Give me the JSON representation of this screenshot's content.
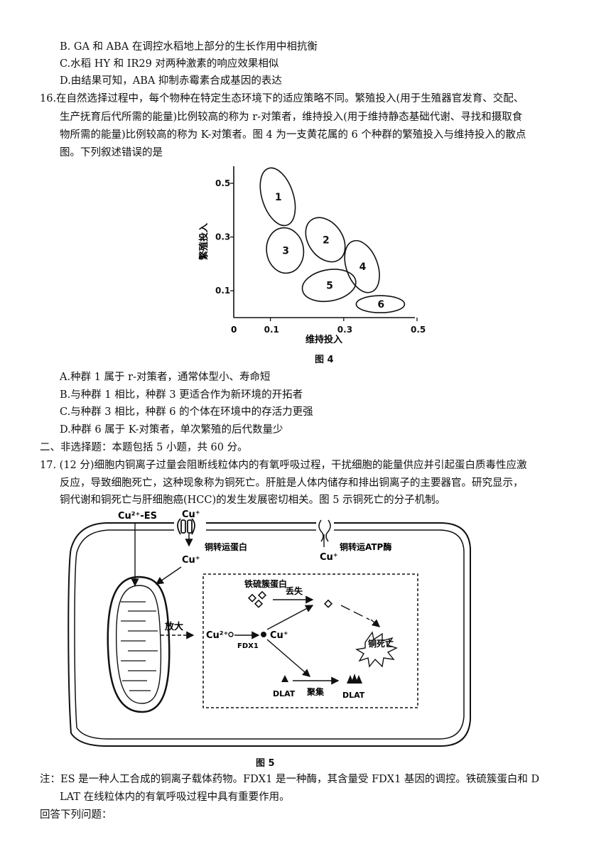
{
  "lines_top": [
    "B. GA 和 ABA 在调控水稻地上部分的生长作用中相抗衡",
    "C.水稻 HY 和 IR29 对两种激素的响应效果相似",
    "D.由结果可知，ABA 抑制赤霉素合成基因的表达"
  ],
  "q16": {
    "lines": [
      "16.在自然选择过程中，每个物种在特定生态环境下的适应策略不同。繁殖投入(用于生殖器官发育、交配、",
      "生产抚育后代所需的能量)比例较高的称为 r-对策者，维持投入(用于维持静态基础代谢、寻找和摄取食",
      "物所需的能量)比例较高的称为 K-对策者。图 4 为一支黄花属的 6 个种群的繁殖投入与维持投入的散点",
      "图。下列叙述错误的是"
    ],
    "options": [
      "A.种群 1 属于 r-对策者，通常体型小、寿命短",
      "B.与种群 1 相比，种群 3 更适合作为新环境的开拓者",
      "C.与种群 3 相比，种群 6 的个体在环境中的存活力更强",
      "D.种群 6 属于 K-对策者，单次繁殖的后代数量少"
    ]
  },
  "fig4": {
    "caption": "图 4",
    "ylabel": "繁殖投入",
    "xlabel": "维持投入",
    "origin": "0",
    "y_ticks": [
      "0.5",
      "0.3",
      "0.1"
    ],
    "x_ticks": [
      "0.1",
      "0.3",
      "0.5"
    ],
    "populations": [
      "1",
      "2",
      "3",
      "4",
      "5",
      "6"
    ]
  },
  "chart_data": {
    "type": "scatter",
    "xlabel": "维持投入",
    "ylabel": "繁殖投入",
    "xlim": [
      0,
      0.5
    ],
    "ylim": [
      0,
      0.55
    ],
    "series": [
      {
        "name": "1",
        "x": 0.12,
        "y": 0.45
      },
      {
        "name": "2",
        "x": 0.25,
        "y": 0.29
      },
      {
        "name": "3",
        "x": 0.14,
        "y": 0.25
      },
      {
        "name": "4",
        "x": 0.35,
        "y": 0.19
      },
      {
        "name": "5",
        "x": 0.26,
        "y": 0.12
      },
      {
        "name": "6",
        "x": 0.4,
        "y": 0.05
      }
    ]
  },
  "section2": "二、非选择题：本题包括 5 小题，共 60 分。",
  "q17": {
    "lines": [
      "17. (12 分)细胞内铜离子过量会阻断线粒体内的有氧呼吸过程，干扰细胞的能量供应并引起蛋白质毒性应激",
      "反应，导致细胞死亡，这种现象称为铜死亡。肝脏是人体内储存和排出铜离子的主要器官。研究显示，",
      "铜代谢和铜死亡与肝细胞癌(HCC)的发生发展密切相关。图 5 示铜死亡的分子机制。"
    ]
  },
  "fig5": {
    "caption": "图 5",
    "cu_es": "Cu²⁺-ES",
    "cu_plus": "Cu⁺",
    "transporter": "铜转运蛋白",
    "atpase": "铜转运ATP酶",
    "zoom": "放大",
    "fes_protein": "铁硫簇蛋白",
    "loss": "丢失",
    "cu2": "Cu²⁺",
    "fdx1": "FDX1",
    "cuproptosis": "铜死亡",
    "dlat": "DLAT",
    "aggregate": "聚集"
  },
  "note": [
    "注：ES 是一种人工合成的铜离子载体药物。FDX1 是一种酶，其含量受 FDX1 基因的调控。铁硫簇蛋白和 D",
    "LAT 在线粒体内的有氧呼吸过程中具有重要作用。"
  ],
  "answer_prompt": "回答下列问题："
}
